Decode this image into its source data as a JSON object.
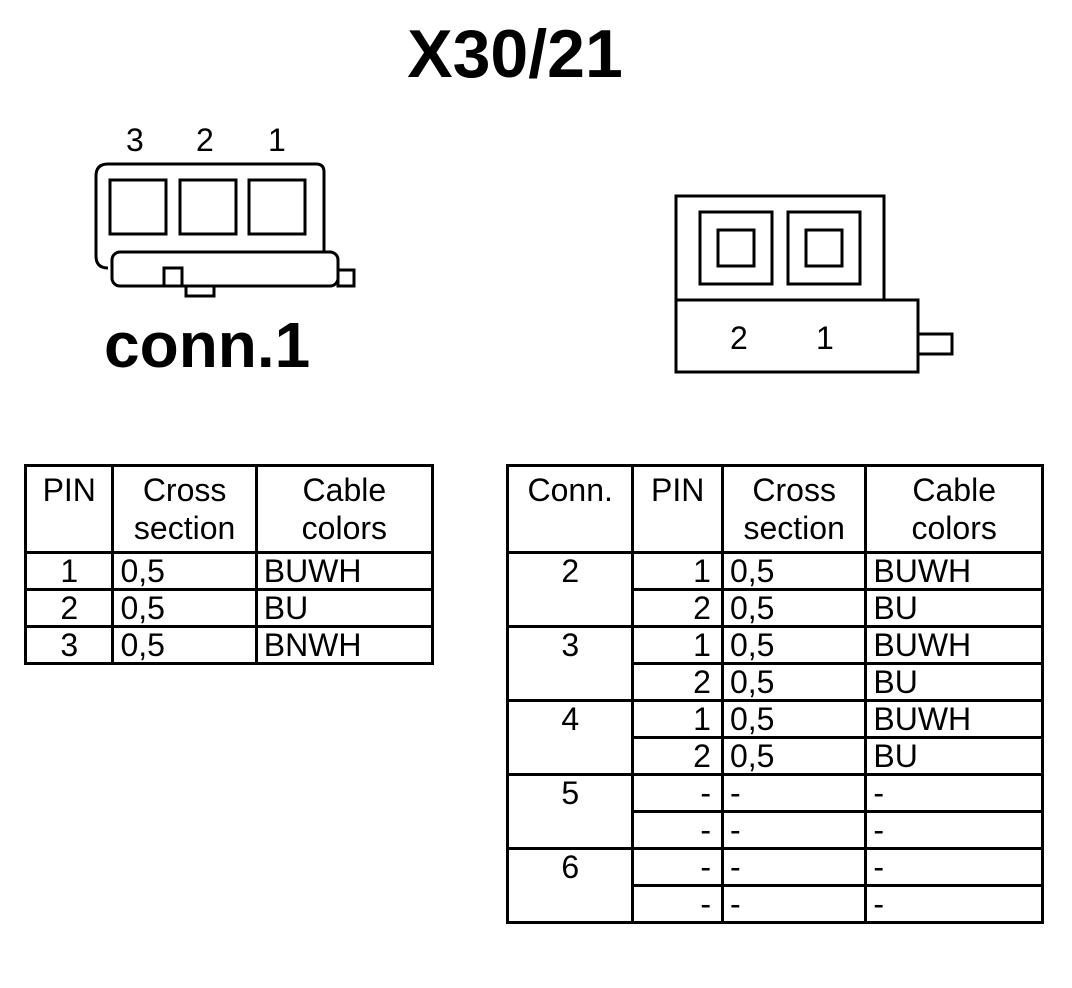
{
  "title": "X30/21",
  "left_connector": {
    "label": "conn.1",
    "pin_numbers": [
      "3",
      "2",
      "1"
    ]
  },
  "right_connector": {
    "pin_numbers": [
      "2",
      "1"
    ]
  },
  "left_table": {
    "headers": [
      "PIN",
      "Cross section",
      "Cable colors"
    ],
    "rows": [
      {
        "pin": "1",
        "cross": "0,5",
        "color": "BUWH"
      },
      {
        "pin": "2",
        "cross": "0,5",
        "color": "BU"
      },
      {
        "pin": "3",
        "cross": "0,5",
        "color": "BNWH"
      }
    ]
  },
  "right_table": {
    "headers": [
      "Conn.",
      "PIN",
      "Cross section",
      "Cable colors"
    ],
    "groups": [
      {
        "conn": "2",
        "rows": [
          {
            "pin": "1",
            "cross": "0,5",
            "color": "BUWH"
          },
          {
            "pin": "2",
            "cross": "0,5",
            "color": "BU"
          }
        ]
      },
      {
        "conn": "3",
        "rows": [
          {
            "pin": "1",
            "cross": "0,5",
            "color": "BUWH"
          },
          {
            "pin": "2",
            "cross": "0,5",
            "color": "BU"
          }
        ]
      },
      {
        "conn": "4",
        "rows": [
          {
            "pin": "1",
            "cross": "0,5",
            "color": "BUWH"
          },
          {
            "pin": "2",
            "cross": "0,5",
            "color": "BU"
          }
        ]
      },
      {
        "conn": "5",
        "rows": [
          {
            "pin": "-",
            "cross": "-",
            "color": "-"
          },
          {
            "pin": "-",
            "cross": "-",
            "color": "-"
          }
        ]
      },
      {
        "conn": "6",
        "rows": [
          {
            "pin": "-",
            "cross": "-",
            "color": "-"
          },
          {
            "pin": "-",
            "cross": "-",
            "color": "-"
          }
        ]
      }
    ]
  }
}
